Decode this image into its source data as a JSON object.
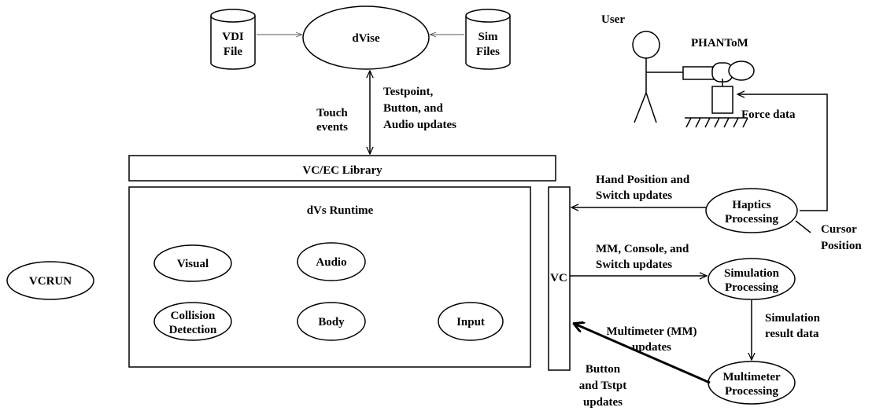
{
  "nodes": {
    "dvise": "dVise",
    "vdi_file": [
      "VDI",
      "File"
    ],
    "sim_files": [
      "Sim",
      "Files"
    ],
    "user": "User",
    "phantom": "PHANToM",
    "vc_ec_library": "VC/EC Library",
    "dvs_runtime": "dVs Runtime",
    "visual": "Visual",
    "audio": "Audio",
    "collision_detection": [
      "Collision",
      "Detection"
    ],
    "body": "Body",
    "input": "Input",
    "vcrun": "VCRUN",
    "vc": "VC",
    "haptics_processing": [
      "Haptics",
      "Processing"
    ],
    "simulation_processing": [
      "Simulation",
      "Processing"
    ],
    "multimeter_processing": [
      "Multimeter",
      "Processing"
    ]
  },
  "edges": {
    "touch_events": [
      "Touch",
      "events"
    ],
    "testpoint_updates": [
      "Testpoint,",
      "Button, and",
      "Audio updates"
    ],
    "force_data": "Force data",
    "hand_position": [
      "Hand Position and",
      "Switch updates"
    ],
    "cursor_position": [
      "Cursor",
      "Position"
    ],
    "mm_console": [
      "MM, Console, and",
      "Switch updates"
    ],
    "simulation_result": [
      "Simulation",
      "result data"
    ],
    "multimeter_updates": [
      "Multimeter (MM)",
      "updates"
    ],
    "button_tstpt": [
      "Button",
      "and Tstpt",
      "updates"
    ]
  }
}
